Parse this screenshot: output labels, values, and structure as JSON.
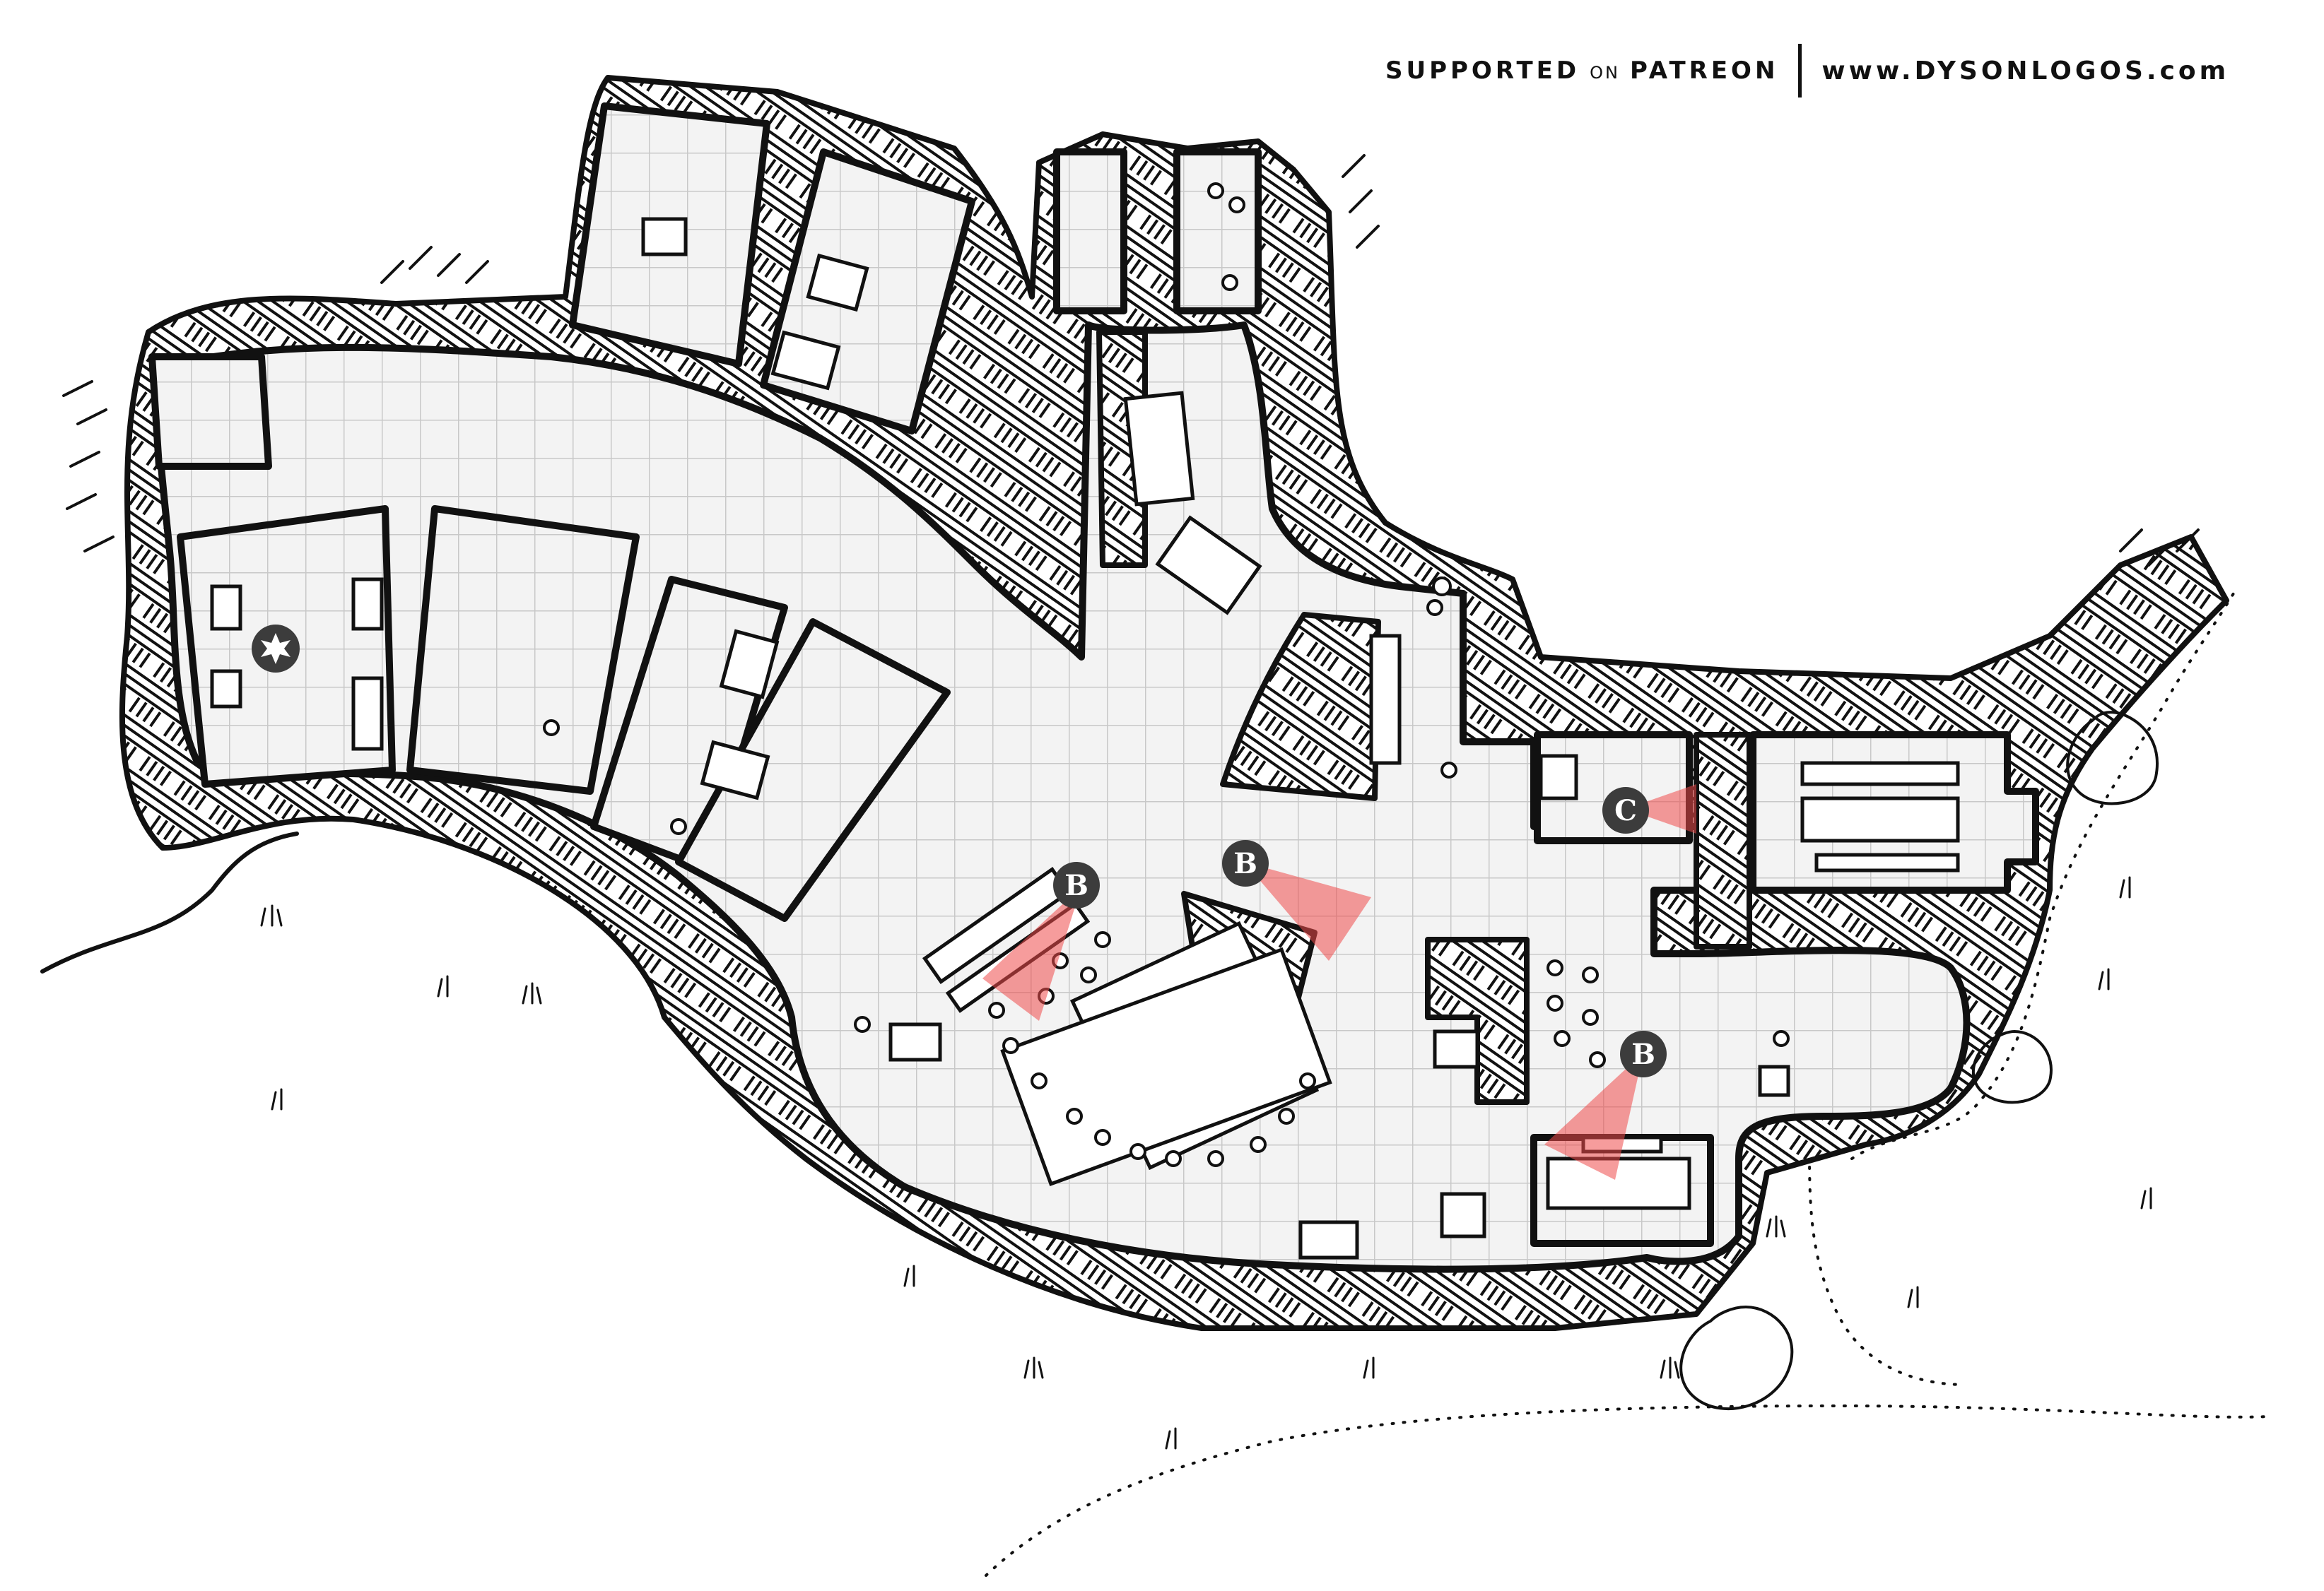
{
  "credit": {
    "supported": "SUPPORTED",
    "on": "ON",
    "patreon": "PATREON",
    "website": "www.DYSONLOGOS.com"
  },
  "markers": [
    {
      "id": "marker-b-west",
      "label": "B"
    },
    {
      "id": "marker-b-center",
      "label": "B"
    },
    {
      "id": "marker-b-east",
      "label": "B"
    },
    {
      "id": "marker-c",
      "label": "C"
    }
  ],
  "legend_icon": "starburst-icon",
  "colors": {
    "line": "#111111",
    "grid": "#c8c8c8",
    "cone": "#ef4b4b",
    "marker_fill": "#3c3c3c",
    "marker_text": "#ffffff"
  }
}
